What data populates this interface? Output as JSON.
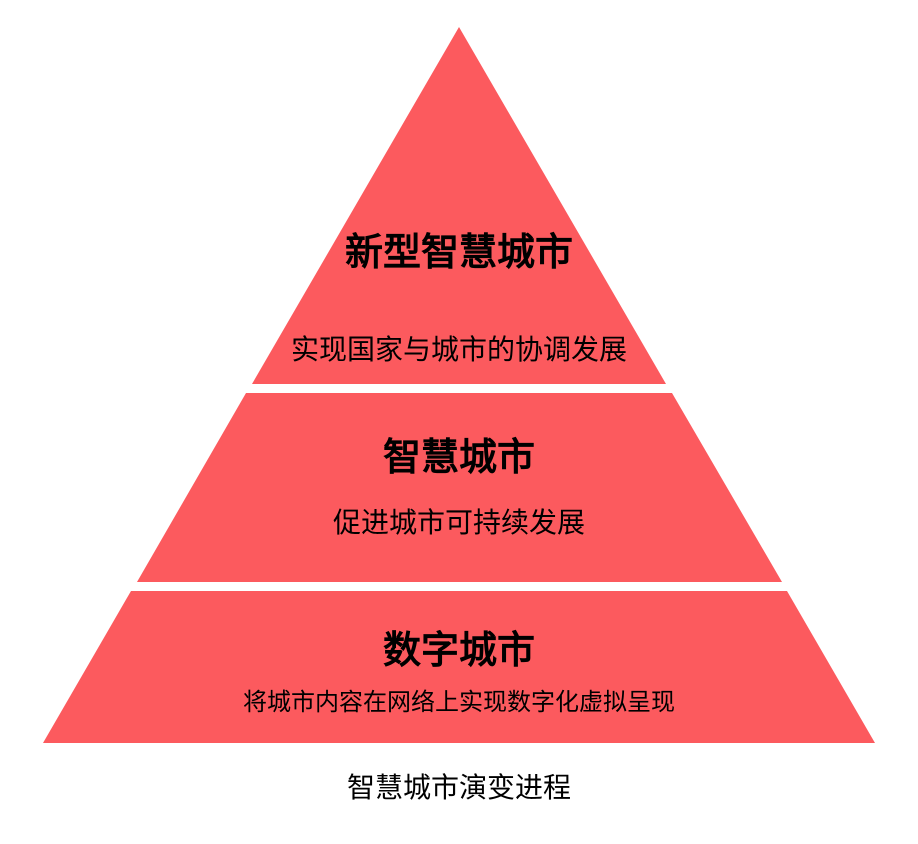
{
  "diagram": {
    "type": "pyramid",
    "caption": "智慧城市演变进程",
    "colors": {
      "pyramid_fill": "#FC5A5E",
      "text": "#000000",
      "background": "#FFFFFF"
    },
    "levels": [
      {
        "position": "top",
        "title": "新型智慧城市",
        "description": "实现国家与城市的协调发展"
      },
      {
        "position": "middle",
        "title": "智慧城市",
        "description": "促进城市可持续发展"
      },
      {
        "position": "bottom",
        "title": "数字城市",
        "description": "将城市内容在网络上实现数字化虚拟呈现"
      }
    ]
  }
}
